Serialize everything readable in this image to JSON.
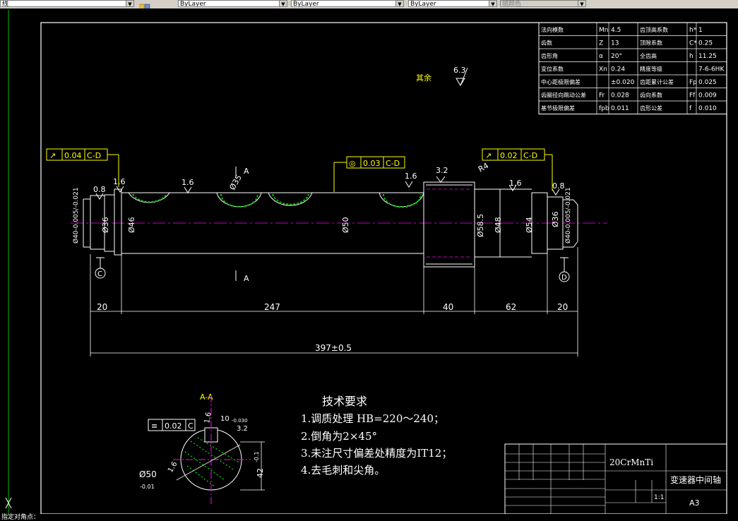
{
  "toolbar": {
    "linetype_left": "线",
    "layer_color": "ByLayer",
    "linetype": "ByLayer",
    "lineweight": "ByLayer",
    "plotstyle": "随颜色"
  },
  "param_table": [
    [
      "法向模数",
      "Mn",
      "4.5",
      "齿顶高系数",
      "h*",
      "1"
    ],
    [
      "齿数",
      "Z",
      "13",
      "顶隙系数",
      "C*",
      "0.25"
    ],
    [
      "齿形角",
      "α",
      "20°",
      "全齿高",
      "h",
      "11.25"
    ],
    [
      "变位系数",
      "Xn",
      "0.24",
      "精度等级",
      "",
      "7-6-6HK"
    ],
    [
      "中心距极限偏差",
      "",
      "±0.020",
      "齿距累计公差",
      "Fp",
      "0.025"
    ],
    [
      "齿圈径向跳动公差",
      "Fr",
      "0.028",
      "齿向系数",
      "Ff",
      "0.009"
    ],
    [
      "基节极限偏差",
      "fpb",
      "0.011",
      "齿形公差",
      "f",
      "0.010"
    ]
  ],
  "roughness_rest": {
    "label": "其余",
    "value": "6.3"
  },
  "tolerance_frames": [
    {
      "sym": "↗",
      "value": "0.04",
      "datum": "C-D"
    },
    {
      "sym": "◎",
      "value": "0.03",
      "datum": "C-D"
    },
    {
      "sym": "↗",
      "value": "0.02",
      "datum": "C-D"
    }
  ],
  "roughness_marks": [
    "0.8",
    "1.6",
    "1.6",
    "1.6",
    "3.2",
    "1.6",
    "0.8"
  ],
  "diameters": [
    "Ø40-0.005/-0.021",
    "Ø36",
    "Ø46",
    "Ø35",
    "Ø50",
    "Ø58.5",
    "Ø48",
    "Ø54",
    "Ø36",
    "Ø40-0.005/-0.021"
  ],
  "dims": [
    "20",
    "247",
    "40",
    "62",
    "20",
    "397±0.5"
  ],
  "datums": [
    "C",
    "D"
  ],
  "section_label": "A",
  "radius": "R4",
  "tech": {
    "title": "技术要求",
    "items": [
      "1.调质处理 HB=220～240；",
      "2.倒角为2×45°",
      "3.未注尺寸偏差处精度为IT12；",
      "4.去毛刺和尖角。"
    ]
  },
  "section_view": {
    "title": "A-A",
    "tol": "0.02",
    "datum": "C",
    "keyway": "10",
    "keyway_tol": "-0.030",
    "dia": "Ø50",
    "dia_tol": "-0.01",
    "depth": "42",
    "depth_tol": "-0.1",
    "r1": "1.6",
    "r2": "3.2",
    "r3": "1.6"
  },
  "title_block": {
    "material": "20CrMnTi",
    "name": "变速器中间轴",
    "size": "A3",
    "scale": "1:1"
  },
  "command_line": "指定对角点："
}
